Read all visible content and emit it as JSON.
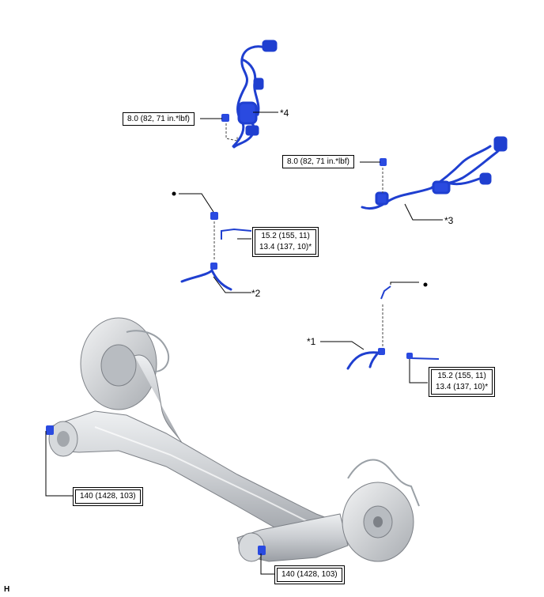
{
  "torques": {
    "t_sensor_upper": "8.0 (82, 71 in.*lbf)",
    "t_sensor_right": "8.0 (82, 71 in.*lbf)",
    "t_line_left_a": "15.2 (155, 11)",
    "t_line_left_b": "13.4 (137, 10)*",
    "t_line_right_a": "15.2 (155, 11)",
    "t_line_right_b": "13.4 (137, 10)*",
    "t_beam_left": "140 (1428, 103)",
    "t_beam_right": "140 (1428, 103)"
  },
  "callouts": {
    "c1": "*1",
    "c2": "*2",
    "c3": "*3",
    "c4": "*4"
  },
  "corner_label": "H",
  "colors": {
    "part_blue": "#1f3fd0",
    "part_blue_light": "#4a6cf0",
    "metal": "#c9ccd0",
    "metal_dark": "#8c9096",
    "line": "#000000"
  }
}
